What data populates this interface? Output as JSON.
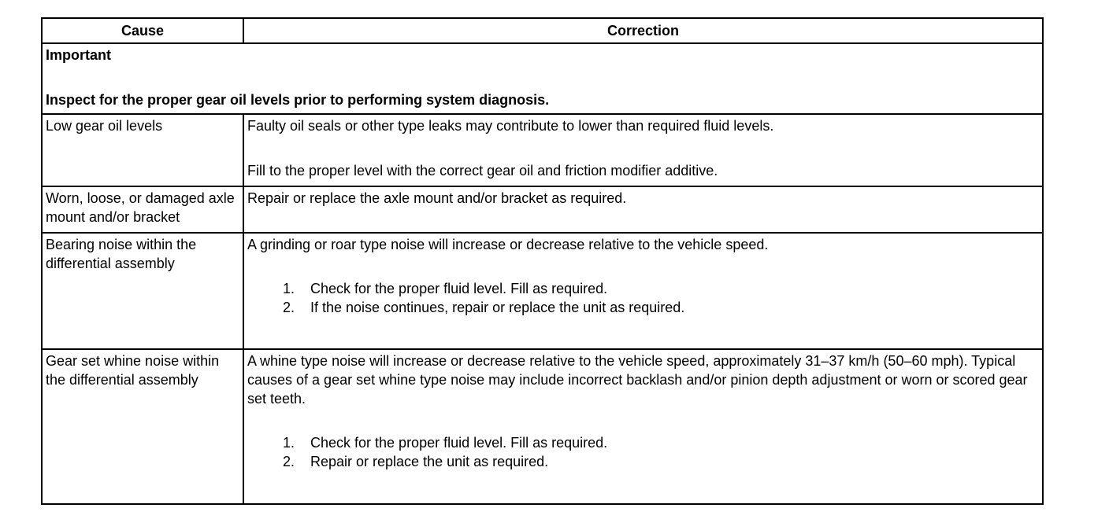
{
  "header": {
    "cause": "Cause",
    "correction": "Correction"
  },
  "important": {
    "label": "Important",
    "text": "Inspect for the proper gear oil levels prior to performing system diagnosis."
  },
  "rows": [
    {
      "cause": "Low gear oil levels",
      "para1": "Faulty oil seals or other type leaks may contribute to lower than required fluid levels.",
      "para2": "Fill to the proper level with the correct gear oil and friction modifier additive."
    },
    {
      "cause": "Worn, loose, or damaged axle mount and/or bracket",
      "para1": "Repair or replace the axle mount and/or bracket as required."
    },
    {
      "cause": "Bearing noise within the differential assembly",
      "para1": "A grinding or roar type noise will increase or decrease relative to the vehicle speed.",
      "steps": [
        {
          "n": "1.",
          "text": "Check for the proper fluid level. Fill as required."
        },
        {
          "n": "2.",
          "text": "If the noise continues, repair or replace the unit as required."
        }
      ]
    },
    {
      "cause": "Gear set whine noise within the differential assembly",
      "para1": "A whine type noise will increase or decrease relative to the vehicle speed, approximately 31–37 km/h (50–60 mph). Typical causes of a gear set whine type noise may include incorrect backlash and/or pinion depth adjustment or worn or scored gear set teeth.",
      "steps": [
        {
          "n": "1.",
          "text": "Check for the proper fluid level. Fill as required."
        },
        {
          "n": "2.",
          "text": "Repair or replace the unit as required."
        }
      ]
    }
  ]
}
